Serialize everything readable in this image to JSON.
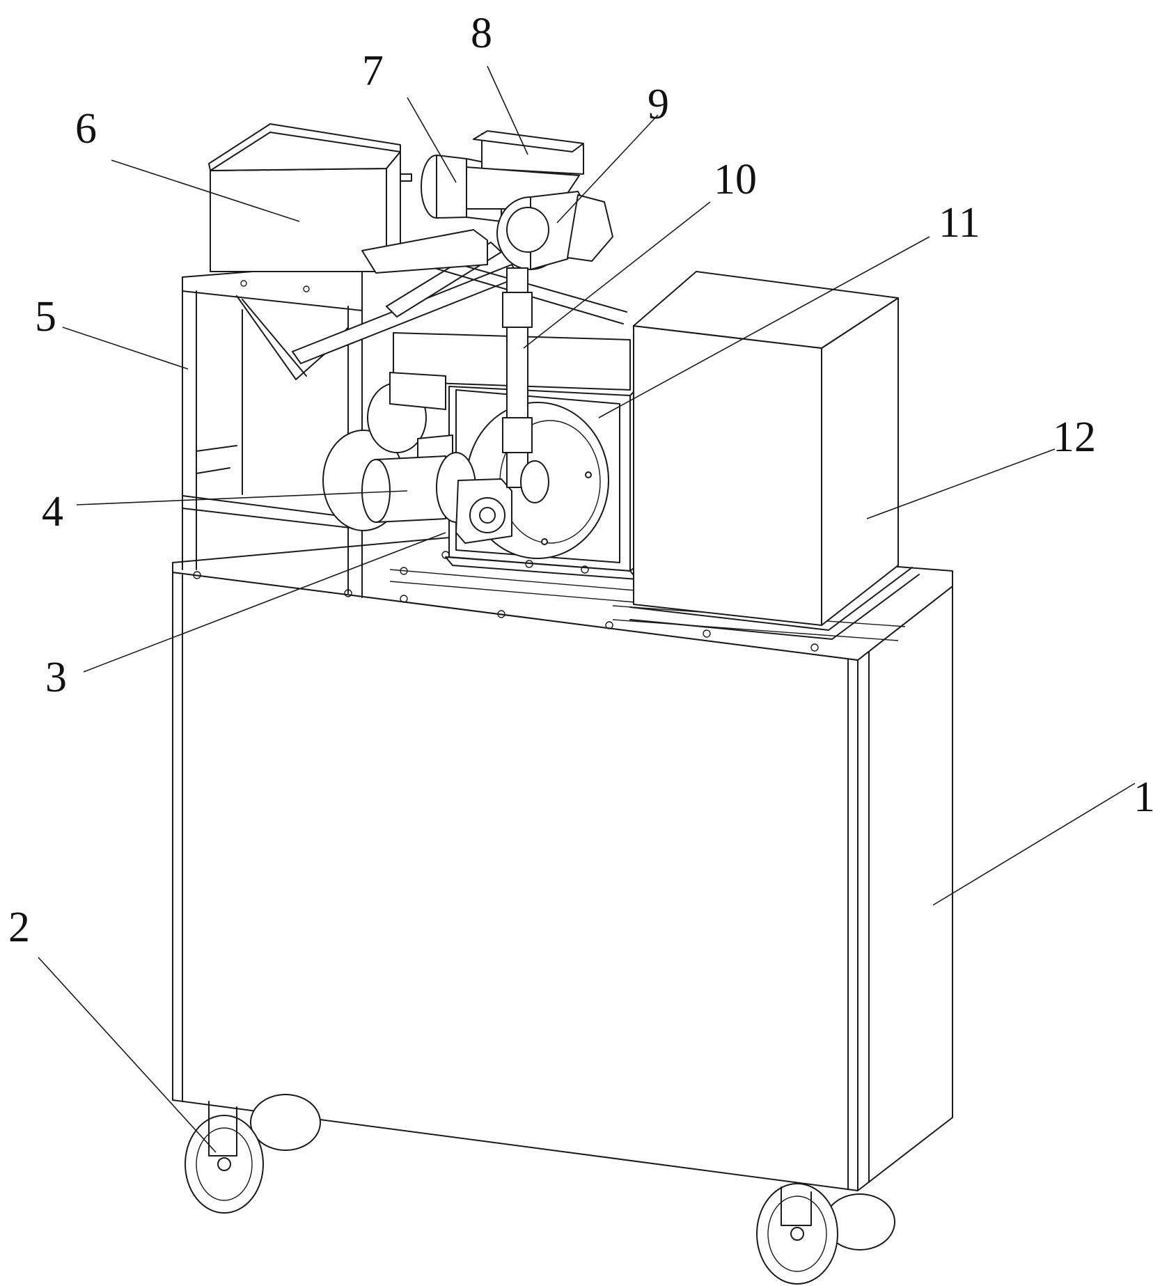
{
  "figure": {
    "labels": [
      {
        "id": "label-1",
        "text": "1"
      },
      {
        "id": "label-2",
        "text": "2"
      },
      {
        "id": "label-3",
        "text": "3"
      },
      {
        "id": "label-4",
        "text": "4"
      },
      {
        "id": "label-5",
        "text": "5"
      },
      {
        "id": "label-6",
        "text": "6"
      },
      {
        "id": "label-7",
        "text": "7"
      },
      {
        "id": "label-8",
        "text": "8"
      },
      {
        "id": "label-9",
        "text": "9"
      },
      {
        "id": "label-10",
        "text": "10"
      },
      {
        "id": "label-11",
        "text": "11"
      },
      {
        "id": "label-12",
        "text": "12"
      }
    ]
  },
  "colors": {
    "line": "#1a1a1a",
    "background": "#ffffff"
  }
}
